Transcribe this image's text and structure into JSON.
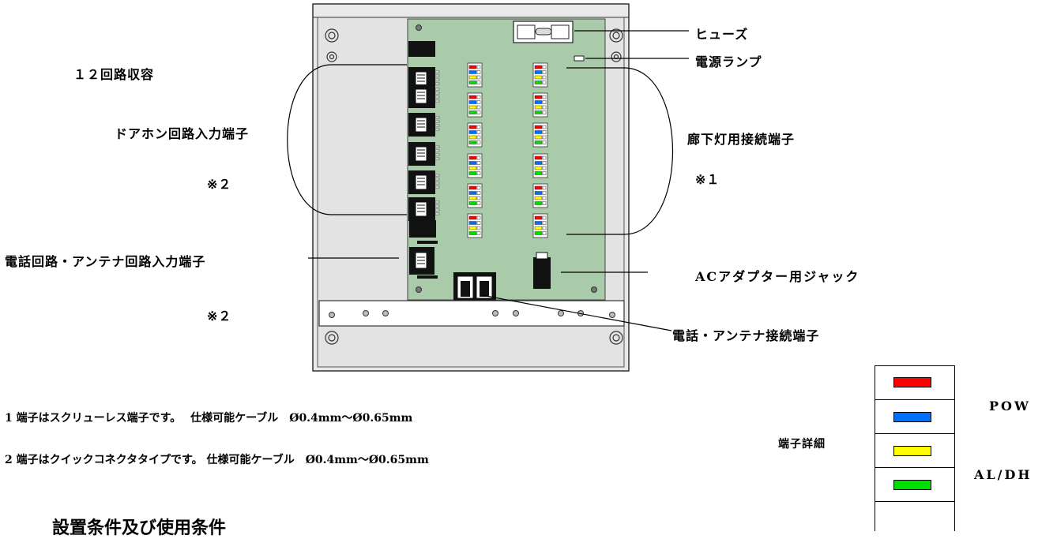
{
  "labels": {
    "circuits12": "１２回路収容",
    "doorphone_input": "ドアホン回路入力端子",
    "note2_left": "※２",
    "phone_antenna_input": "電話回路・アンテナ回路入力端子",
    "note2_bottom": "※２",
    "fuse": "ヒューズ",
    "power_lamp": "電源ランプ",
    "corridor_light": "廊下灯用接続端子",
    "note1": "※１",
    "ac_jack": "ACアダプター用ジャック",
    "phone_antenna_terminal": "電話・アンテナ接続端子"
  },
  "notes": {
    "note1": "1 端子はスクリューレス端子です。　 仕様可能ケーブル　Ø0.4mm～Ø0.65mm",
    "note2": "2 端子はクイックコネクタタイプです。 仕様可能ケーブル　Ø0.4mm～Ø0.65mm"
  },
  "section_heading": "設置条件及び使用条件",
  "legend": {
    "title": "端子詳細",
    "label_pow": "POW",
    "label_aldh": "AL/DH",
    "colors": [
      "#ff0000",
      "#0070ff",
      "#ffff00",
      "#00e000"
    ]
  },
  "colors": {
    "board": "#a9cba9",
    "enclosure": "#e8e8e8",
    "connector": "#111111"
  }
}
